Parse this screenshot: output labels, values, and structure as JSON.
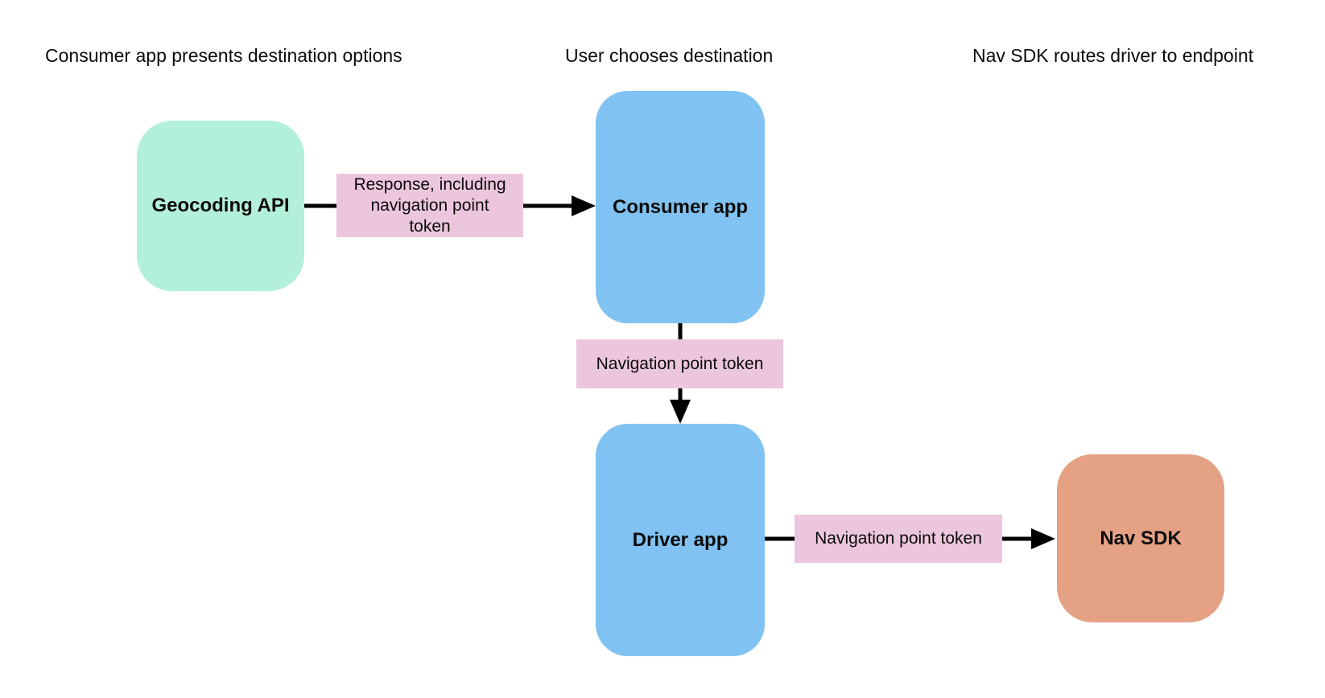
{
  "diagram": {
    "headers": [
      "Consumer app presents destination options",
      "User chooses destination",
      "Nav SDK routes driver to endpoint"
    ],
    "nodes": [
      {
        "id": "geocoding-api",
        "label": "Geocoding API",
        "color": "#b3f0d9"
      },
      {
        "id": "consumer-app",
        "label": "Consumer app",
        "color": "#80c2f1"
      },
      {
        "id": "driver-app",
        "label": "Driver app",
        "color": "#80c2f1"
      },
      {
        "id": "nav-sdk",
        "label": "Nav SDK",
        "color": "#e4a183"
      }
    ],
    "edges": [
      {
        "from": "geocoding-api",
        "to": "consumer-app",
        "label": "Response, including navigation point token",
        "label_color": "#ecc6dc",
        "direction": "right"
      },
      {
        "from": "consumer-app",
        "to": "driver-app",
        "label": "Navigation point token",
        "label_color": "#ecc6dc",
        "direction": "down"
      },
      {
        "from": "driver-app",
        "to": "nav-sdk",
        "label": "Navigation point token",
        "label_color": "#ecc6dc",
        "direction": "right"
      }
    ],
    "colors": {
      "background": "#ffffff",
      "arrow": "#000000",
      "text": "#0b0b0b"
    }
  }
}
